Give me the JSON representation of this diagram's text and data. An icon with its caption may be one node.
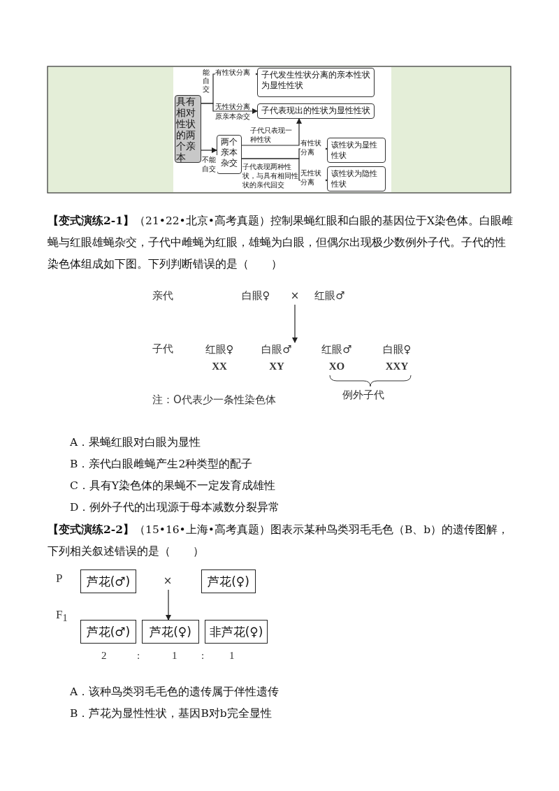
{
  "diagram": {
    "nodes": [
      {
        "text": [
          "具有相对性状的两个亲本"
        ]
      },
      {
        "text": [
          "子代发生性状分离的亲本性状为显性性状"
        ]
      },
      {
        "text": [
          "子代表现出的性状为显性性状"
        ]
      },
      {
        "text": [
          "两个亲本杂交"
        ]
      },
      {
        "text": [
          "该性状为显性性状"
        ]
      },
      {
        "text": [
          "该性状为隐性性状"
        ]
      },
      {
        "text": [
          "白眼♀"
        ]
      },
      {
        "text": [
          "×"
        ]
      },
      {
        "text": [
          "红眼♂"
        ]
      },
      {
        "text": [
          "红眼♀",
          "XX"
        ]
      },
      {
        "text": [
          "白眼♂",
          "XY"
        ]
      },
      {
        "text": [
          "红眼♂",
          "XO"
        ]
      },
      {
        "text": [
          "白眼♀",
          "XXY"
        ]
      },
      {
        "text": [
          "芦花(♂)"
        ]
      },
      {
        "text": [
          "×"
        ]
      },
      {
        "text": [
          "芦花(♀)"
        ]
      },
      {
        "text": [
          "芦花(♂)"
        ]
      },
      {
        "text": [
          "芦花(♀)"
        ]
      },
      {
        "text": [
          "非芦花(♀)"
        ]
      }
    ],
    "edges": [
      {
        "from": 0,
        "to": 1,
        "arrow": "to",
        "label": "有性状分离"
      },
      {
        "from": 0,
        "to": 2,
        "arrow": "to",
        "label": "无性状分离原亲本杂交"
      },
      {
        "from": 0,
        "to": 3,
        "arrow": "to",
        "label": "不能自交"
      },
      {
        "from": 3,
        "to": 2,
        "arrow": "to",
        "label": "子代只表现一种性状"
      },
      {
        "from": 3,
        "to": 4,
        "arrow": "to",
        "label": "有性状分离"
      },
      {
        "from": 3,
        "to": 5,
        "arrow": "to",
        "label": "无性状分离"
      },
      {
        "from": 7,
        "to": 10,
        "arrow": "to"
      },
      {
        "from": 14,
        "to": 17,
        "arrow": "to"
      }
    ],
    "labels": [
      "能自交",
      "子代表现两种性状，与具有相同性状的亲代回交",
      "**【变式演练2-1】**（21•22•北京•高考真题）控制果蝇红眼和白眼的基因位于X染色体。白眼雌蝇与红眼雄蝇杂交，子代中雌蝇为红眼，雄蝇为白眼，但偶尔出现极少数例外子代。子代的性染色体组成如下图。下列判断错误的是（　　）",
      "亲代",
      "子代",
      "例外子代",
      "注：O代表少一条性染色体",
      "A．果蝇红眼对白眼为显性",
      "B．亲代白眼雌蝇产生2种类型的配子",
      "C．具有Y染色体的果蝇不一定发育成雄性",
      "D．例外子代的出现源于母本减数分裂异常",
      "**【变式演练2-2】**（15•16•上海•高考真题）图表示某种鸟类羽毛毛色（B、b）的遗传图解，下列相关叙述错误的是（　　）",
      "P",
      "F$_{1}$",
      "2",
      ":",
      "1",
      ":",
      "1",
      "A．该种鸟类羽毛毛色的遗传属于伴性遗传",
      "B．芦花为显性性状，基因B对b完全显性"
    ]
  }
}
